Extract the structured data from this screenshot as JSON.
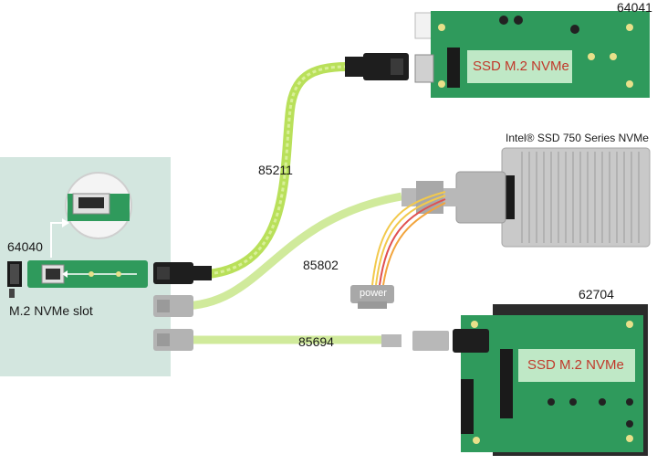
{
  "labels": {
    "adapter_top_id": "64041",
    "intel_ssd": "Intel® SSD 750 Series NVMe",
    "cable_top_id": "85211",
    "cable_mid_id": "85802",
    "cable_bottom_id": "85694",
    "adapter_left_id": "64040",
    "slot_label": "M.2 NVMe slot",
    "adapter_bottom_id": "62704",
    "ssd_top": "SSD M.2 NVMe",
    "ssd_bottom": "SSD M.2 NVMe",
    "power": "power"
  },
  "colors": {
    "panel_bg": "#d3e6df",
    "pcb_green": "#2f9a5c",
    "cable_green": "#c8e68a",
    "cable_green_dark": "#9ccc50",
    "connector_black": "#1e1e1e",
    "connector_gray": "#b0b0b0",
    "ssd_body": "#c9c9c9",
    "ssd_text": "#c0392b"
  }
}
